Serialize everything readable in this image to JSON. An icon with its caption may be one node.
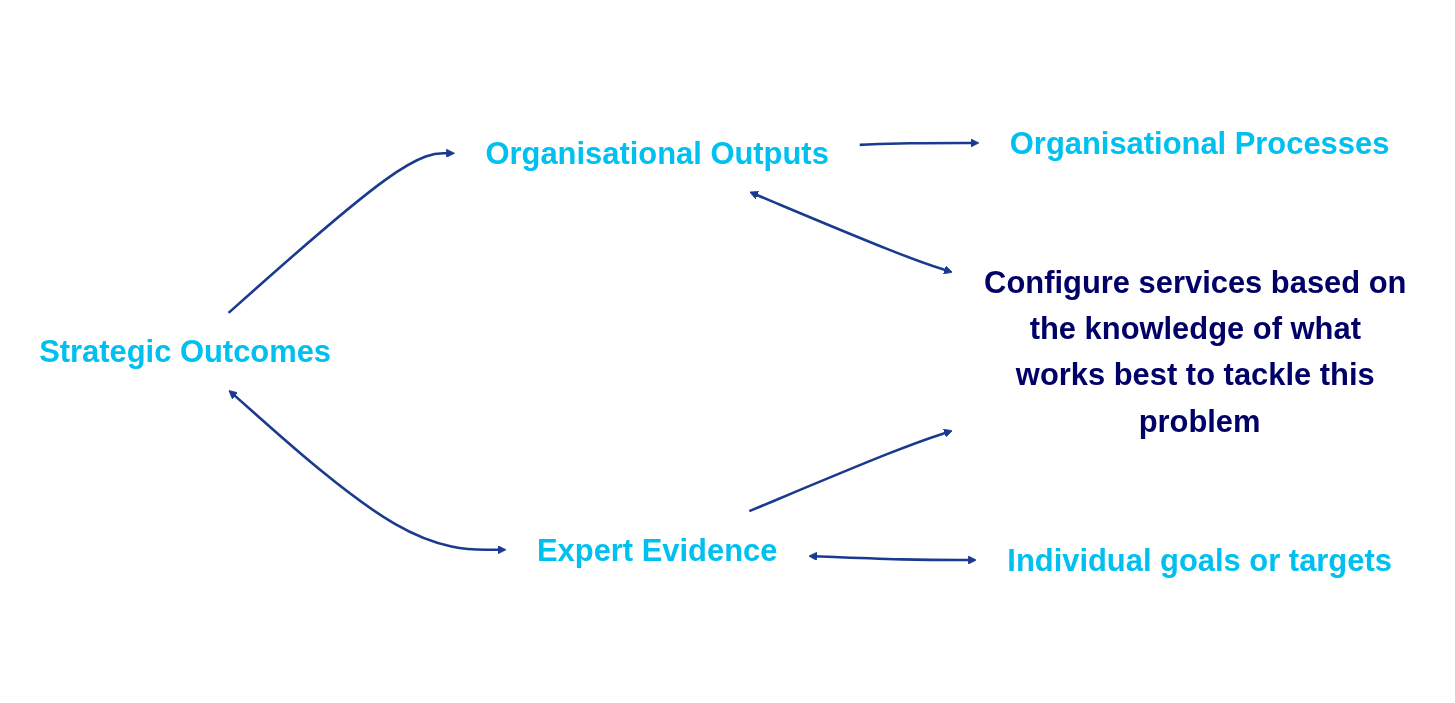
{
  "diagram": {
    "nodes": [
      {
        "text": [
          "Strategic Outcomes"
        ]
      },
      {
        "text": [
          "Organisational Outputs"
        ]
      },
      {
        "text": [
          "Organisational Processes"
        ]
      },
      {
        "text": [
          "Expert Evidence"
        ]
      },
      {
        "text": [
          "Configure services based on the knowledge of what works best to tackle this problem"
        ]
      },
      {
        "text": [
          "Individual goals or targets"
        ]
      }
    ],
    "edges": [
      {
        "from": 0,
        "to": 1,
        "arrow": "to"
      },
      {
        "from": 1,
        "to": 2,
        "arrow": "to"
      },
      {
        "from": 0,
        "to": 3,
        "arrow": "both"
      },
      {
        "from": 1,
        "to": 4,
        "arrow": "both"
      },
      {
        "from": 3,
        "to": 4,
        "arrow": "to"
      },
      {
        "from": 3,
        "to": 5,
        "arrow": "both"
      }
    ]
  }
}
